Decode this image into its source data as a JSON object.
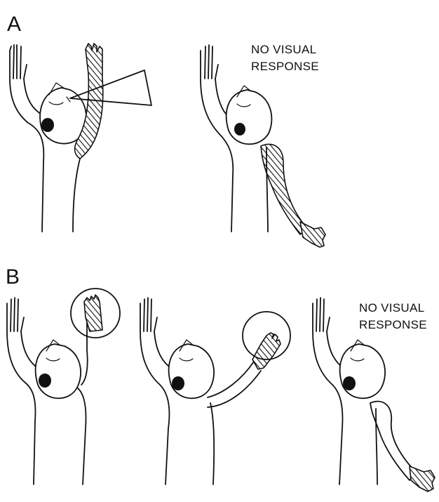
{
  "panels": [
    {
      "letter": "A",
      "figures": [
        {
          "caption": ""
        },
        {
          "caption": "NO VISUAL\nRESPONSE"
        }
      ]
    },
    {
      "letter": "B",
      "figures": [
        {
          "caption": ""
        },
        {
          "caption": ""
        },
        {
          "caption": "NO VISUAL\nRESPONSE"
        }
      ]
    }
  ],
  "texts": {
    "a_letter": "A",
    "b_letter": "B",
    "a2_caption_line1": "NO VISUAL",
    "a2_caption_line2": "RESPONSE",
    "b3_caption_line1": "NO VISUAL",
    "b3_caption_line2": "RESPONSE"
  },
  "colors": {
    "ink": "#111111",
    "background": "#ffffff"
  }
}
